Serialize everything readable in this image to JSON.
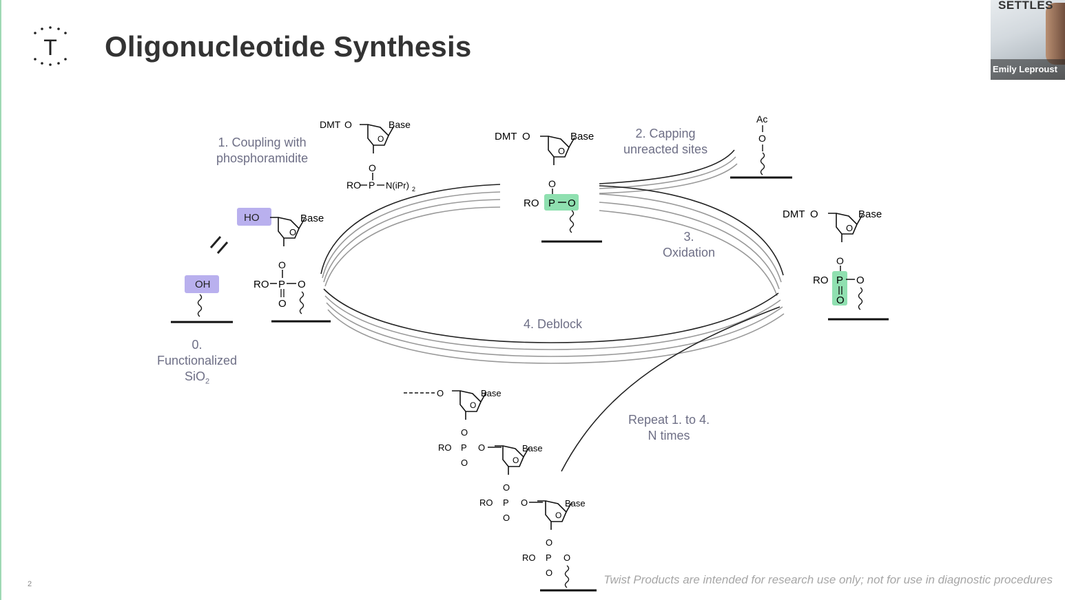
{
  "slide": {
    "title": "Oligonucleotide Synthesis",
    "page_number": "2",
    "disclaimer": "Twist Products are intended for research use only; not for use in diagnostic procedures"
  },
  "logo": {
    "letter": "T"
  },
  "video": {
    "banner": "SETTLES",
    "participant": "Emily Leproust"
  },
  "steps": {
    "step0_num": "0.",
    "step0_label": "Functionalized",
    "step0_sub": "SiO",
    "step0_subscript": "2",
    "step1_line1": "1. Coupling with",
    "step1_line2": "phosphoramidite",
    "step2_line1": "2. Capping",
    "step2_line2": "unreacted sites",
    "step3_line1": "3.",
    "step3_line2": "Oxidation",
    "step4": "4. Deblock",
    "repeat_line1": "Repeat 1. to 4.",
    "repeat_line2": "N times"
  },
  "chem": {
    "oh": "OH",
    "ho": "HO",
    "base": "Base",
    "dmt": "DMT",
    "o": "O",
    "ro": "RO",
    "p": "P",
    "ac": "Ac",
    "niPr": "N(iPr)",
    "niPr_sub": "2"
  },
  "colors": {
    "purple_highlight": "#b9b0ee",
    "green_highlight": "#8fe0b0",
    "label_text": "#6e6f86"
  }
}
